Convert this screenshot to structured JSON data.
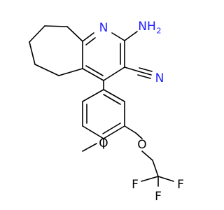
{
  "structure": {
    "atoms": [
      {
        "id": "n1",
        "element": "N",
        "text": "N"
      },
      {
        "id": "nh2",
        "element": "N",
        "text": "NH",
        "sub": "2"
      },
      {
        "id": "n_cn",
        "element": "N",
        "text": "N"
      },
      {
        "id": "o_me",
        "element": "O",
        "text": "O"
      },
      {
        "id": "o_ether",
        "element": "O",
        "text": "O"
      },
      {
        "id": "f1",
        "element": "F",
        "text": "F"
      },
      {
        "id": "f2",
        "element": "F",
        "text": "F"
      },
      {
        "id": "f3",
        "element": "F",
        "text": "F"
      }
    ]
  },
  "colors": {
    "bond": "#000000",
    "nitrogen": "#2020ff",
    "oxygen": "#000000",
    "fluorine": "#000000"
  }
}
